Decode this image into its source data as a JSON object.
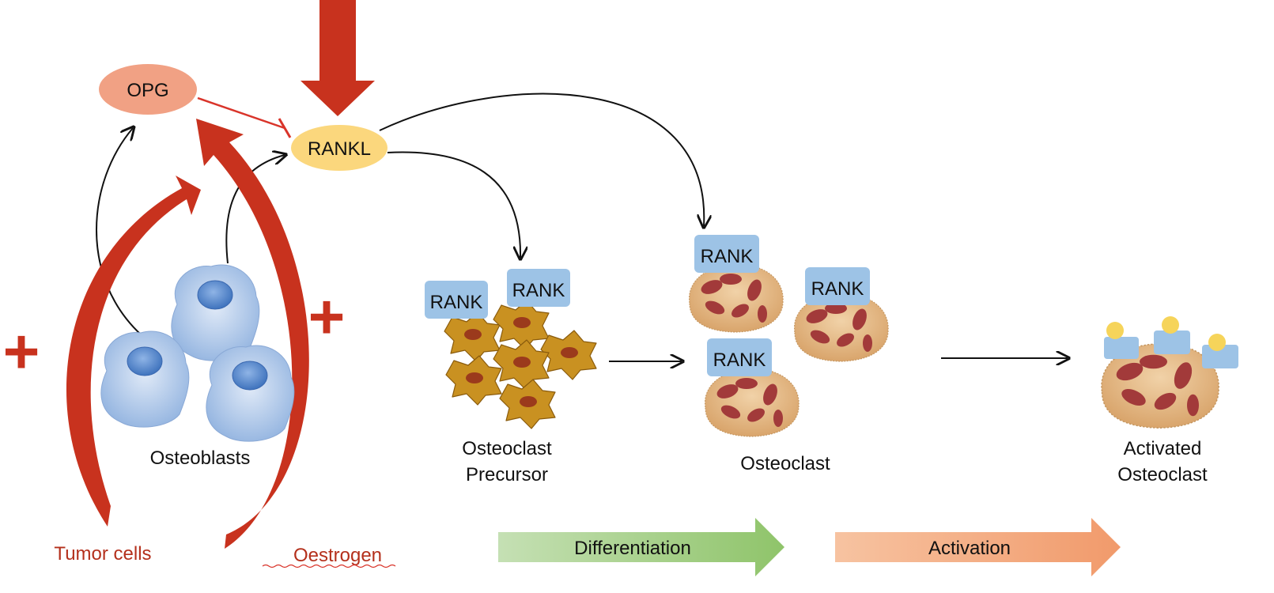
{
  "nodes": {
    "opg": "OPG",
    "rankl": "RANKL",
    "rank": "RANK"
  },
  "labels": {
    "osteoblasts": "Osteoblasts",
    "precursor_line1": "Osteoclast",
    "precursor_line2": "Precursor",
    "osteoclast": "Osteoclast",
    "activated_line1": "Activated",
    "activated_line2": "Osteoclast",
    "tumor_cells": "Tumor cells",
    "oestrogen": "Oestrogen",
    "plus": "+"
  },
  "stages": {
    "differentiation": "Differentiation",
    "activation": "Activation"
  },
  "colors": {
    "red": "#c8321e",
    "dark_red": "#b4301c",
    "opg_fill": "#f1a184",
    "rankl_fill": "#fbd77d",
    "rank_fill": "#9dc3e6",
    "osteoblast_fill": "#a8c4e8",
    "nucleus_blue": "#5b8fd0",
    "precursor_fill": "#c89020",
    "precursor_nucleus": "#9c3a1a",
    "osteoclast_fill": "#e9c79a",
    "osteoclast_nucleus": "#a33a3a",
    "ligand_yellow": "#f6d45a",
    "diff_arrow": "#a9d18e",
    "act_arrow": "#f4b183",
    "label_red": "#b4301c"
  }
}
